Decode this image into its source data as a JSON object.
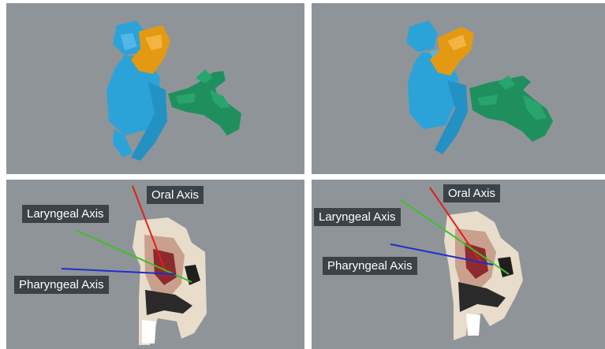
{
  "panels": [
    {
      "id": "top-left",
      "view": "skeleton-render"
    },
    {
      "id": "top-right",
      "view": "skeleton-render"
    },
    {
      "id": "bottom-left",
      "view": "cross-section-with-axes"
    },
    {
      "id": "bottom-right",
      "view": "cross-section-with-axes"
    }
  ],
  "labels": {
    "oral_axis": "Oral Axis",
    "laryngeal_axis": "Laryngeal Axis",
    "pharyngeal_axis": "Pharyngeal Axis"
  },
  "colors": {
    "background": "#8f9498",
    "skull": "#2ba3d9",
    "jaw": "#e39a12",
    "spine": "#1f8f5e",
    "oral_axis": "#e0201a",
    "laryngeal_axis": "#3fbf2a",
    "pharyngeal_axis": "#1a2fd0",
    "label_bg": "#3b4248"
  }
}
